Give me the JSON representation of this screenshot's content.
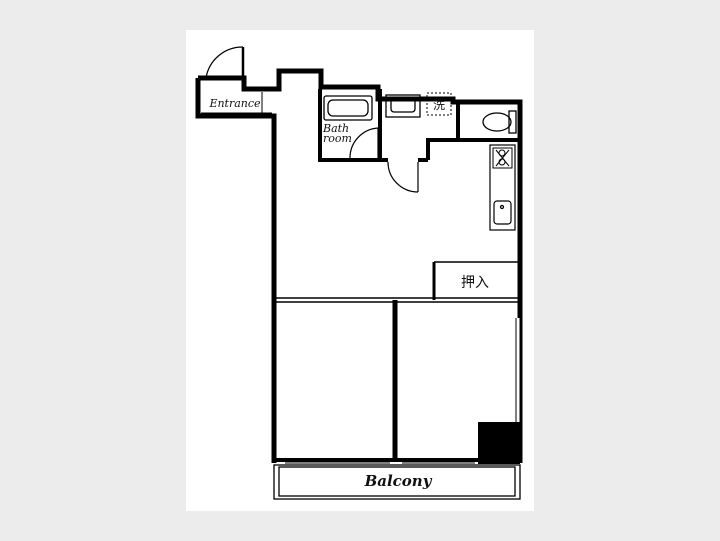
{
  "labels": {
    "entrance": "Entrance",
    "bath_line1": "Bath",
    "bath_line2": "room",
    "laundry": "洗",
    "closet": "押入",
    "balcony": "Balcony"
  },
  "icons": {
    "bathtub": "bathtub-icon",
    "sink": "sink-icon",
    "toilet": "toilet-icon",
    "stove": "gas-stove-icon",
    "kitchen_sink": "kitchen-sink-icon"
  }
}
